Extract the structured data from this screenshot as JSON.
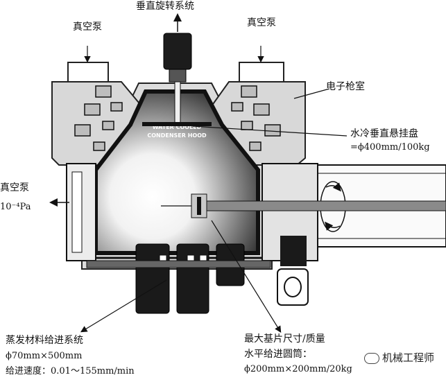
{
  "labels": {
    "vertical_rotation": "垂直旋转系统",
    "vacuum_pump_left_top": "真空泵",
    "vacuum_pump_right_top": "真空泵",
    "electron_gun_room": "电子枪室",
    "water_cooled_plate": "水冷垂直悬挂盘",
    "water_cooled_plate_spec": "=ϕ400mm/100kg",
    "vacuum_pump_side": "真空泵",
    "pressure": "10⁻⁴Pa",
    "evap_feed_system": "蒸发材料给进系统",
    "evap_feed_size": "ϕ70mm×500mm",
    "evap_feed_speed": "给进速度：0.01～155mm/min",
    "max_substrate": "最大基片尺寸/质量",
    "horizontal_cylinder": "水平给进圆筒：",
    "substrate_spec": "ϕ200mm×200mm/20kg",
    "hood_line1": "WATER COOLED",
    "hood_line2": "CONDENSER HOOD"
  },
  "watermark": {
    "text": "机械工程师"
  },
  "colors": {
    "ink": "#111111",
    "wall": "#2b2b2b",
    "shading": "#9a9a9a"
  }
}
